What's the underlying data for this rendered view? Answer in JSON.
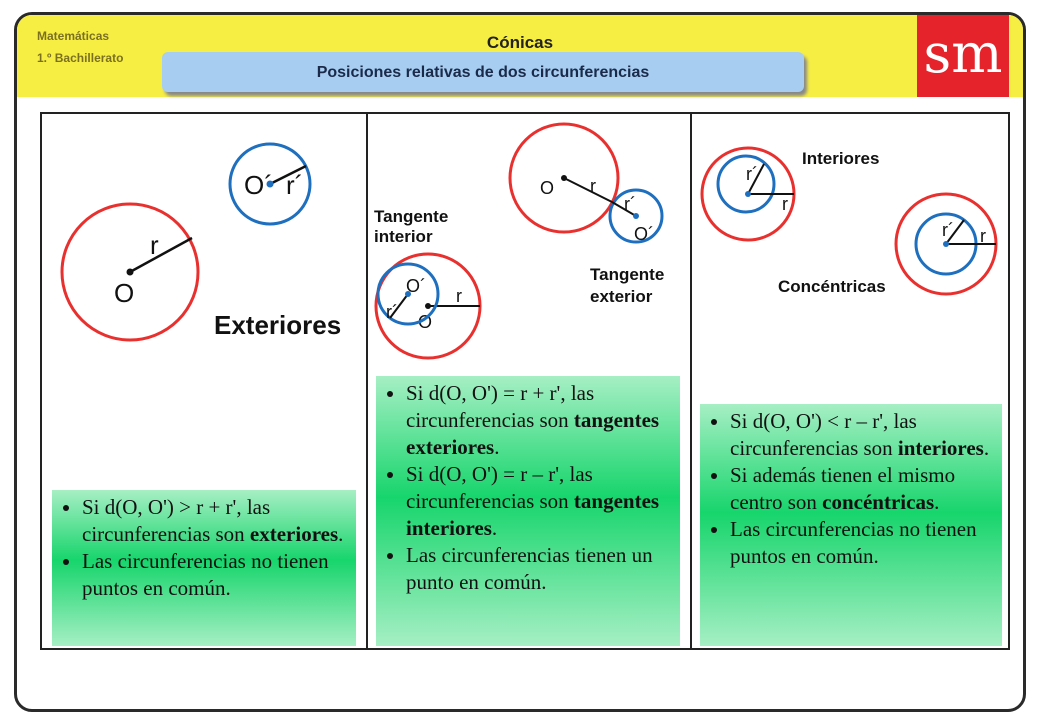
{
  "header": {
    "subject_line1": "Matemáticas",
    "subject_line2": "1.º Bachillerato",
    "title": "Cónicas",
    "logo": "sm",
    "banner": "Posiciones relativas de dos circunferencias"
  },
  "panel1": {
    "heading": "Exteriores",
    "label_O": "O",
    "label_r": "r",
    "label_O2": "O´",
    "label_r2": "r´",
    "bullets": [
      {
        "pre": "Si d(O, O') > r + r', las circunferencias son ",
        "bold": "exteriores",
        "post": "."
      },
      {
        "pre": "Las circunferencias no tienen puntos en común.",
        "bold": "",
        "post": ""
      }
    ]
  },
  "panel2": {
    "heading_interior_1": "Tangente",
    "heading_interior_2": "interior",
    "heading_exterior_1": "Tangente",
    "heading_exterior_2": "exterior",
    "label_O": "O",
    "label_r": "r",
    "label_O2": "O´",
    "label_r2": "r´",
    "bullets": [
      {
        "pre": "Si d(O, O') = r + r', las circunferencias son ",
        "bold": "tangentes exteriores",
        "post": "."
      },
      {
        "pre": "Si d(O, O') = r – r', las circunferencias son ",
        "bold": "tangentes interiores",
        "post": "."
      },
      {
        "pre": "Las circunferencias tienen un punto en común.",
        "bold": "",
        "post": ""
      }
    ]
  },
  "panel3": {
    "heading_interiores": "Interiores",
    "heading_concentricas": "Concéntricas",
    "label_r": "r",
    "label_r2": "r´",
    "bullets": [
      {
        "pre": "Si d(O, O') < r – r', las circunferencias son ",
        "bold": "interiores",
        "post": "."
      },
      {
        "pre": "Si además tienen el mismo centro son ",
        "bold": "concéntricas",
        "post": "."
      },
      {
        "pre": "Las circunferencias no tienen puntos en común.",
        "bold": "",
        "post": ""
      }
    ]
  },
  "colors": {
    "red_circle": "#e8312f",
    "blue_circle": "#1f6fbf",
    "yellow": "#f7ee44",
    "banner": "#a7cef1",
    "logo": "#e4232b",
    "note_green": "#17d56c"
  }
}
